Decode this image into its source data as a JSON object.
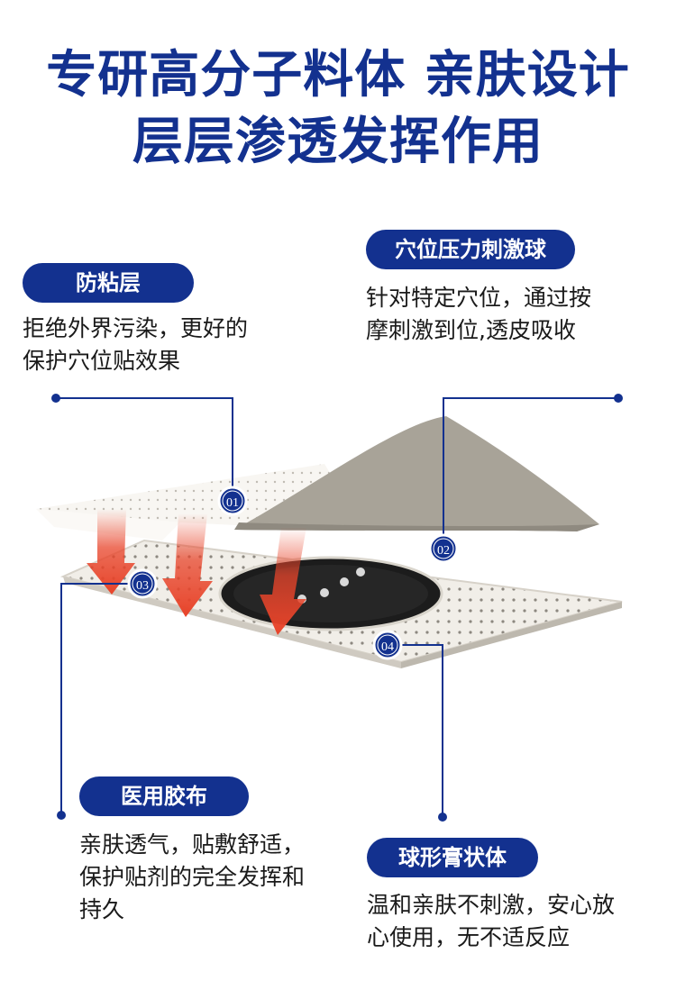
{
  "headline": {
    "line1": "专研高分子料体  亲肤设计",
    "line2": "层层渗透发挥作用"
  },
  "callouts": {
    "anti_stick": {
      "label": "防粘层",
      "desc1": "拒绝外界污染，更好的",
      "desc2": "保护穴位贴效果"
    },
    "acupoint_ball": {
      "label": "穴位压力刺激球",
      "desc1": "针对特定穴位，通过按",
      "desc2": "摩刺激到位,透皮吸收"
    },
    "medical_tape": {
      "label": "医用胶布",
      "desc1": "亲肤透气，贴敷舒适，",
      "desc2": "保护贴剂的完全发挥和",
      "desc3": "持久"
    },
    "gel_ball": {
      "label": "球形膏状体",
      "desc1": "温和亲肤不刺激，安心放",
      "desc2": "心使用，无不适反应"
    }
  },
  "markers": [
    "01",
    "02",
    "03",
    "04"
  ],
  "colors": {
    "brand": "#13318f",
    "arrow": "#e8442a",
    "pad": "#a8a398",
    "gel": "#1c1c1c"
  }
}
